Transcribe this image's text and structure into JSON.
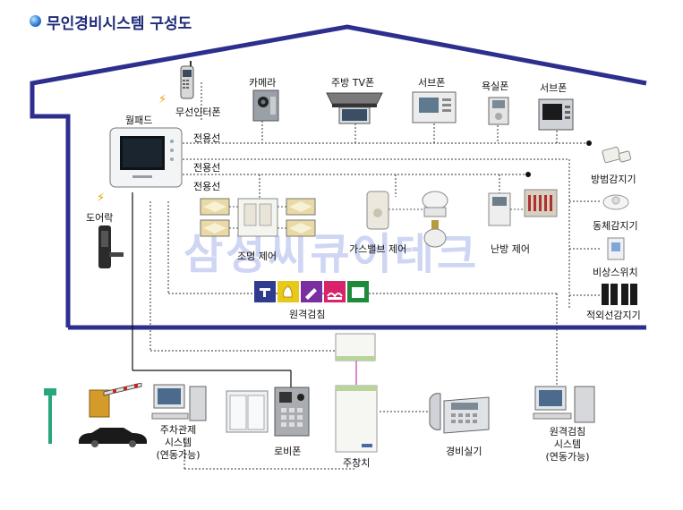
{
  "title": "무인경비시스템 구성도",
  "watermark": "삼성씨큐어테크",
  "labels": {
    "wireless_interphone": "무선인터폰",
    "camera": "카메라",
    "kitchen_tv_phone": "주방 TV폰",
    "sub_phone_1": "서브폰",
    "bathroom_phone": "욕실폰",
    "sub_phone_2": "서브폰",
    "wallpad": "월패드",
    "dedicated_line_1": "전용선",
    "dedicated_line_2": "전용선",
    "dedicated_line_3": "전용선",
    "door_lock": "도어락",
    "light_control": "조명 제어",
    "gas_valve_control": "가스밸브 제어",
    "heating_control": "난방 제어",
    "remote_metering": "원격검침",
    "intrusion_sensor": "방범감지기",
    "motion_sensor": "동체감지기",
    "emergency_switch": "비상스위치",
    "infrared_sensor": "적외선감지기",
    "parking_system": "주차관제\n시스템\n(연동가능)",
    "lobby_phone": "로비폰",
    "complex_server": "주창치",
    "security_office": "경비실기",
    "metering_system": "원격검침\n시스템\n(연동가능)"
  },
  "colors": {
    "house_outline": "#2c2f8e",
    "title": "#1e2a7a",
    "watermark": "#cfd6f3",
    "meter_water": "#2f3b8f",
    "meter_gas": "#e8c81a",
    "meter_power": "#7a2ea0",
    "meter_heat": "#d8226a",
    "meter_hotwater": "#1f8a3a"
  },
  "icons": [
    "lightning-icon",
    "water-meter-icon",
    "gas-meter-icon",
    "power-meter-icon",
    "heat-meter-icon",
    "hotwater-meter-icon"
  ]
}
